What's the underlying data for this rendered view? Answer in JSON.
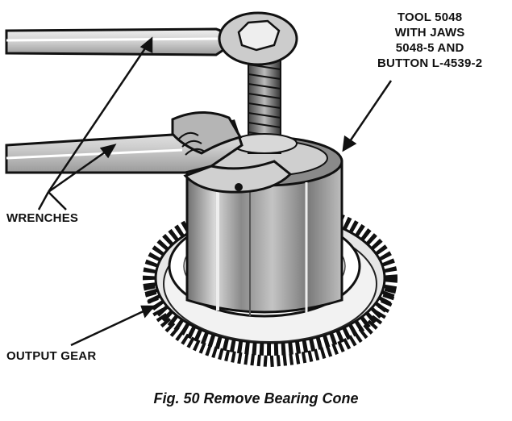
{
  "labels": {
    "tool": [
      "TOOL 5048",
      "WITH JAWS",
      "5048-5 AND",
      "BUTTON L-4539-2"
    ],
    "wrenches": "WRENCHES",
    "output_gear": "OUTPUT GEAR"
  },
  "caption": "Fig. 50 Remove Bearing Cone"
}
